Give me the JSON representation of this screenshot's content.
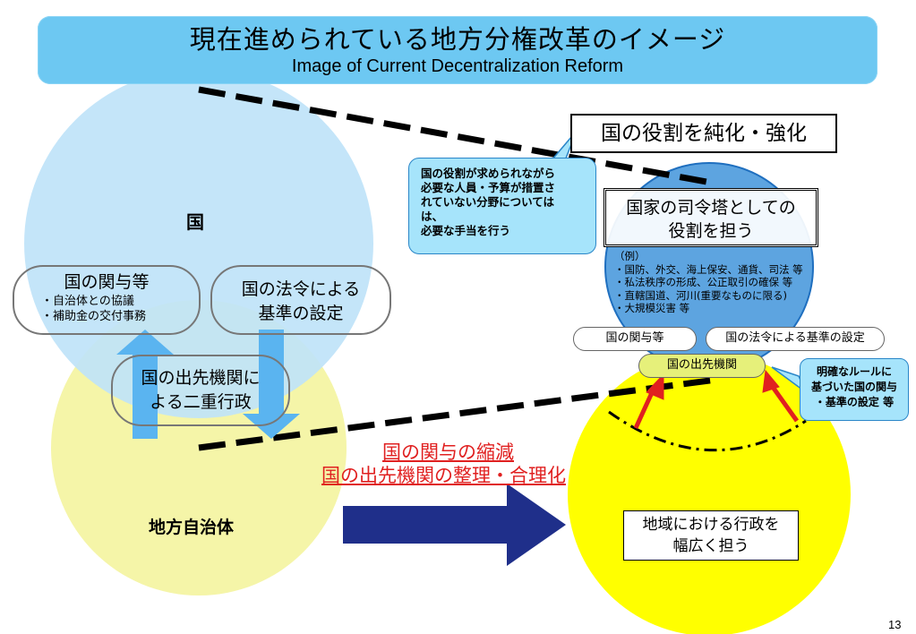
{
  "header": {
    "title_ja": "現在進められている地方分権改革のイメージ",
    "title_en": "Image of Current Decentralization Reform"
  },
  "left": {
    "country_label": "国",
    "involvement_title": "国の関与等",
    "involvement_items": [
      "・自治体との協議",
      "・補助金の交付事務"
    ],
    "law_standard": [
      "国の法令による",
      "基準の設定"
    ],
    "branch_offices": [
      "国の出先機関に",
      "よる二重行政"
    ],
    "local_gov_label": "地方自治体"
  },
  "middle": {
    "reform_lines": [
      "国の関与の縮減",
      "国の出先機関の整理・合理化"
    ],
    "callout": [
      "国の役割が求められながら",
      "必要な人員・予算が措置さ",
      "れていない分野については",
      "は、",
      "必要な手当を行う"
    ]
  },
  "right": {
    "role_heading": "国の役割を純化・強化",
    "command_tower": [
      "国家の司令塔としての",
      "役割を担う"
    ],
    "examples_label": "（例）",
    "examples": [
      "・国防、外交、海上保安、通貨、司法 等",
      "・私法秩序の形成、公正取引の確保 等",
      "・直轄国道、河川(重要なものに限る)",
      "・大規模災害 等"
    ],
    "involvement_pill": "国の関与等",
    "law_pill": "国の法令による基準の設定",
    "branch_pill": "国の出先機関",
    "rule_callout": [
      "明確なルールに",
      "基づいた国の関与",
      "・基準の設定 等"
    ],
    "regional_admin": [
      "地域における行政を",
      "幅広く担う"
    ]
  },
  "footer": {
    "page_number": "13"
  },
  "colors": {
    "banner": "#6dc8f2",
    "country_circle": "#bfe3f8",
    "local_circle": "#f5f5a8",
    "right_yellow": "#ffff00",
    "right_blue": "#4a90d9",
    "navy_arrow": "#1f2f8a",
    "red": "#e02020",
    "blue_arrow": "#5ab4f0"
  }
}
